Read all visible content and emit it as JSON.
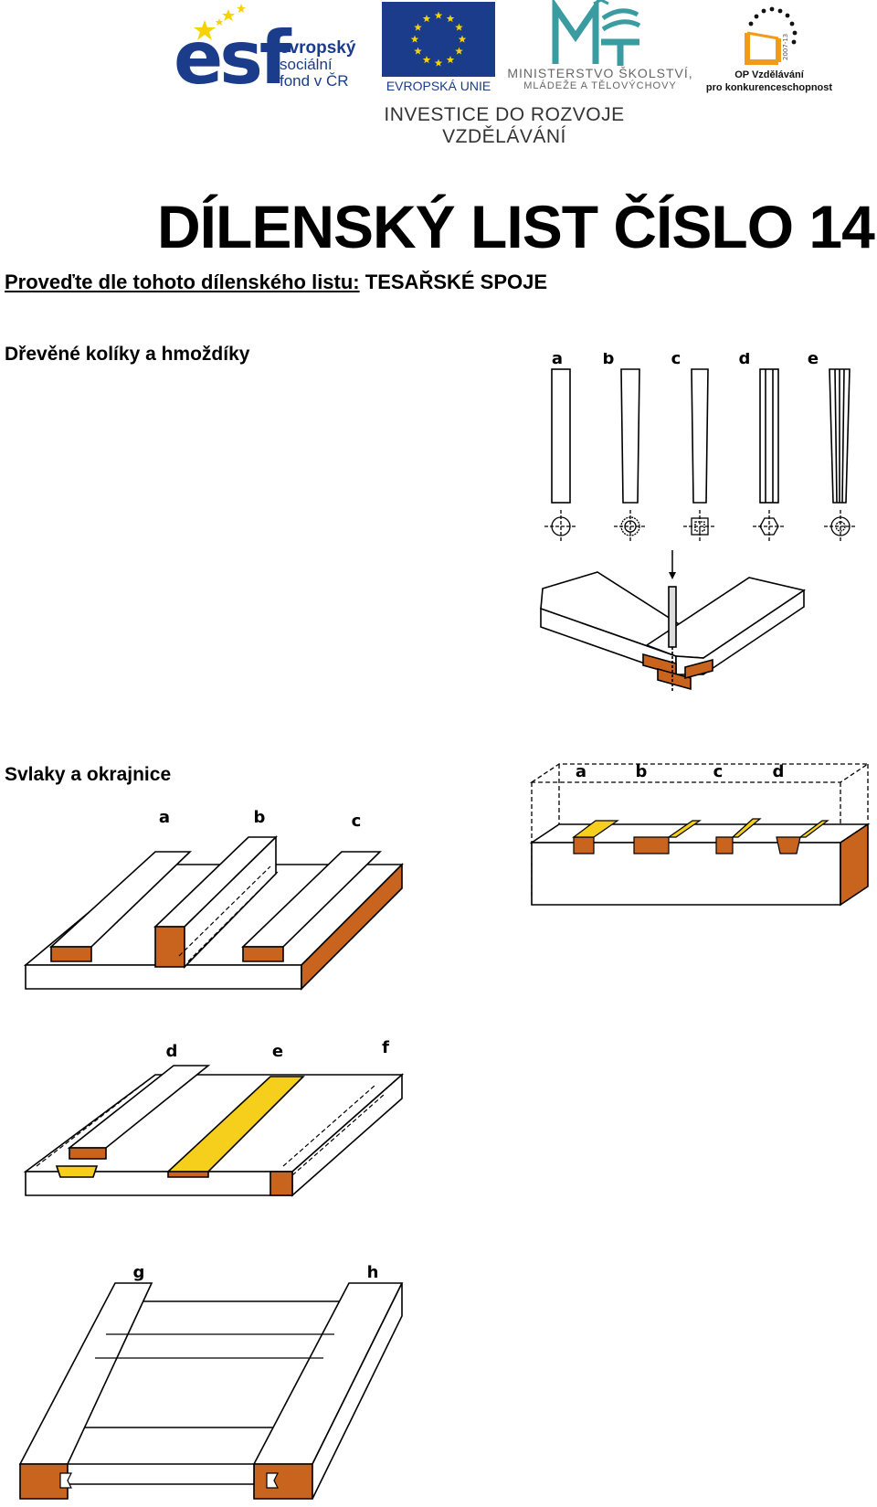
{
  "header": {
    "esf": {
      "mark": "esf",
      "line1": "evropský",
      "line2": "sociální",
      "line3": "fond v ČR"
    },
    "eu": {
      "label": "EVROPSKÁ UNIE"
    },
    "msmt": {
      "mark": "MŠMT",
      "line1": "MINISTERSTVO ŠKOLSTVÍ,",
      "line2": "MLÁDEŽE A TĚLOVÝCHOVY"
    },
    "op": {
      "line1": "OP Vzdělávání",
      "line2": "pro konkurenceschopnost",
      "seal": "2007-13"
    },
    "investice": "INVESTICE DO ROZVOJE VZDĚLÁVÁNÍ"
  },
  "title": "DÍLENSKÝ LIST ČÍSLO 14",
  "subtitle": {
    "prefix": "Proveďte dle tohoto dílenského listu:",
    "topic": "TESAŘSKÉ SPOJE"
  },
  "sections": {
    "dowels": "Dřevěné kolíky a hmoždíky",
    "grooves": "Svlaky a okrajnice"
  },
  "figures": {
    "dowel_labels": [
      "a",
      "b",
      "c",
      "d",
      "e"
    ],
    "box_labels": [
      "a",
      "b",
      "c",
      "d"
    ],
    "panel1_labels": [
      "a",
      "b",
      "c"
    ],
    "panel2_labels": [
      "d",
      "e",
      "f"
    ],
    "panel3_labels": [
      "g",
      "h"
    ]
  },
  "colors": {
    "wood_end": "#c8641e",
    "highlight": "#f5cf1c",
    "eu_blue": "#1b3c8a",
    "eu_star": "#f5d300",
    "msmt_teal": "#3a9ba0",
    "op_orange": "#f39a1a"
  }
}
